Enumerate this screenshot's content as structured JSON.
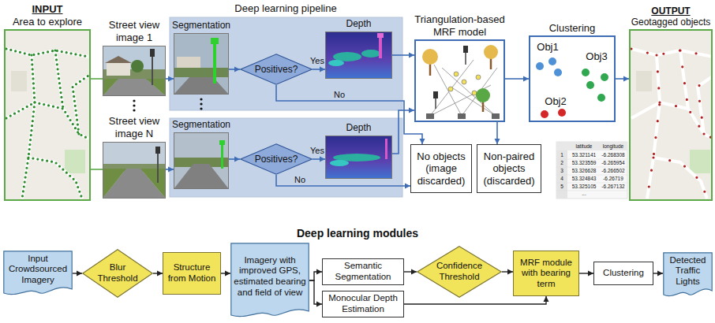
{
  "diagram": {
    "nodes": [
      {
        "text": [
          "INPUT",
          "Area to explore"
        ]
      },
      {
        "text": [
          "Street view image 1"
        ]
      },
      {
        "text": [
          "Segmentation"
        ]
      },
      {
        "text": [
          "Positives?"
        ]
      },
      {
        "text": [
          "Depth"
        ]
      },
      {
        "text": [
          "Street view image N"
        ]
      },
      {
        "text": [
          "Segmentation"
        ]
      },
      {
        "text": [
          "Positives?"
        ]
      },
      {
        "text": [
          "Depth"
        ]
      },
      {
        "text": [
          "Triangulation-based MRF model"
        ]
      },
      {
        "text": [
          "Clustering"
        ]
      },
      {
        "text": [
          "OUTPUT",
          "Geotagged objects"
        ]
      },
      {
        "text": [
          "No objects (image discarded)"
        ]
      },
      {
        "text": [
          "Non-paired objects (discarded)"
        ]
      },
      {
        "text": [
          "Input Crowdsourced Imagery"
        ]
      },
      {
        "text": [
          "Blur Threshold"
        ]
      },
      {
        "text": [
          "Structure from Motion"
        ]
      },
      {
        "text": [
          "Imagery with improved GPS, estimated bearing and field of view"
        ]
      },
      {
        "text": [
          "Semantic Segmentation"
        ]
      },
      {
        "text": [
          "Monocular Depth Estimation"
        ]
      },
      {
        "text": [
          "Confidence Threshold"
        ]
      },
      {
        "text": [
          "MRF module with bearing term"
        ]
      },
      {
        "text": [
          "Clustering"
        ]
      },
      {
        "text": [
          "Detected Traffic Lights"
        ]
      }
    ],
    "edges": [
      {
        "from": 0,
        "to": 1,
        "arrow": "none"
      },
      {
        "from": 0,
        "to": 5,
        "arrow": "none"
      },
      {
        "from": 1,
        "to": 2,
        "arrow": "to"
      },
      {
        "from": 2,
        "to": 3,
        "arrow": "to"
      },
      {
        "from": 3,
        "to": 4,
        "label": "Yes",
        "arrow": "to"
      },
      {
        "from": 3,
        "to": 12,
        "label": "No",
        "arrow": "to"
      },
      {
        "from": 4,
        "to": 9,
        "arrow": "to"
      },
      {
        "from": 5,
        "to": 6,
        "arrow": "to"
      },
      {
        "from": 6,
        "to": 7,
        "arrow": "to"
      },
      {
        "from": 7,
        "to": 8,
        "label": "Yes",
        "arrow": "to"
      },
      {
        "from": 7,
        "to": 12,
        "label": "No",
        "arrow": "to"
      },
      {
        "from": 8,
        "to": 9,
        "arrow": "to"
      },
      {
        "from": 9,
        "to": 10,
        "arrow": "to"
      },
      {
        "from": 9,
        "to": 13,
        "arrow": "to"
      },
      {
        "from": 10,
        "to": 11,
        "arrow": "to"
      },
      {
        "from": 14,
        "to": 15,
        "arrow": "to"
      },
      {
        "from": 15,
        "to": 16,
        "arrow": "to"
      },
      {
        "from": 16,
        "to": 17,
        "arrow": "to"
      },
      {
        "from": 17,
        "to": 18,
        "arrow": "to"
      },
      {
        "from": 17,
        "to": 19,
        "arrow": "to"
      },
      {
        "from": 18,
        "to": 20,
        "arrow": "to"
      },
      {
        "from": 20,
        "to": 21,
        "arrow": "to"
      },
      {
        "from": 19,
        "to": 21,
        "arrow": "to"
      },
      {
        "from": 21,
        "to": 22,
        "arrow": "to"
      },
      {
        "from": 22,
        "to": 23,
        "arrow": "to"
      }
    ],
    "labels": [
      "Deep learning pipeline",
      "Obj1",
      "Obj2",
      "Obj3",
      "latitude",
      "longitude",
      "1",
      "53.321141",
      "-6.268308",
      "2",
      "53.323559",
      "-6.265954",
      "3",
      "53.326628",
      "-6.266502",
      "4",
      "53.324843",
      "-6.26719",
      "5",
      "53.325105",
      "-6.267132",
      "...",
      "Deep learning modules"
    ]
  }
}
